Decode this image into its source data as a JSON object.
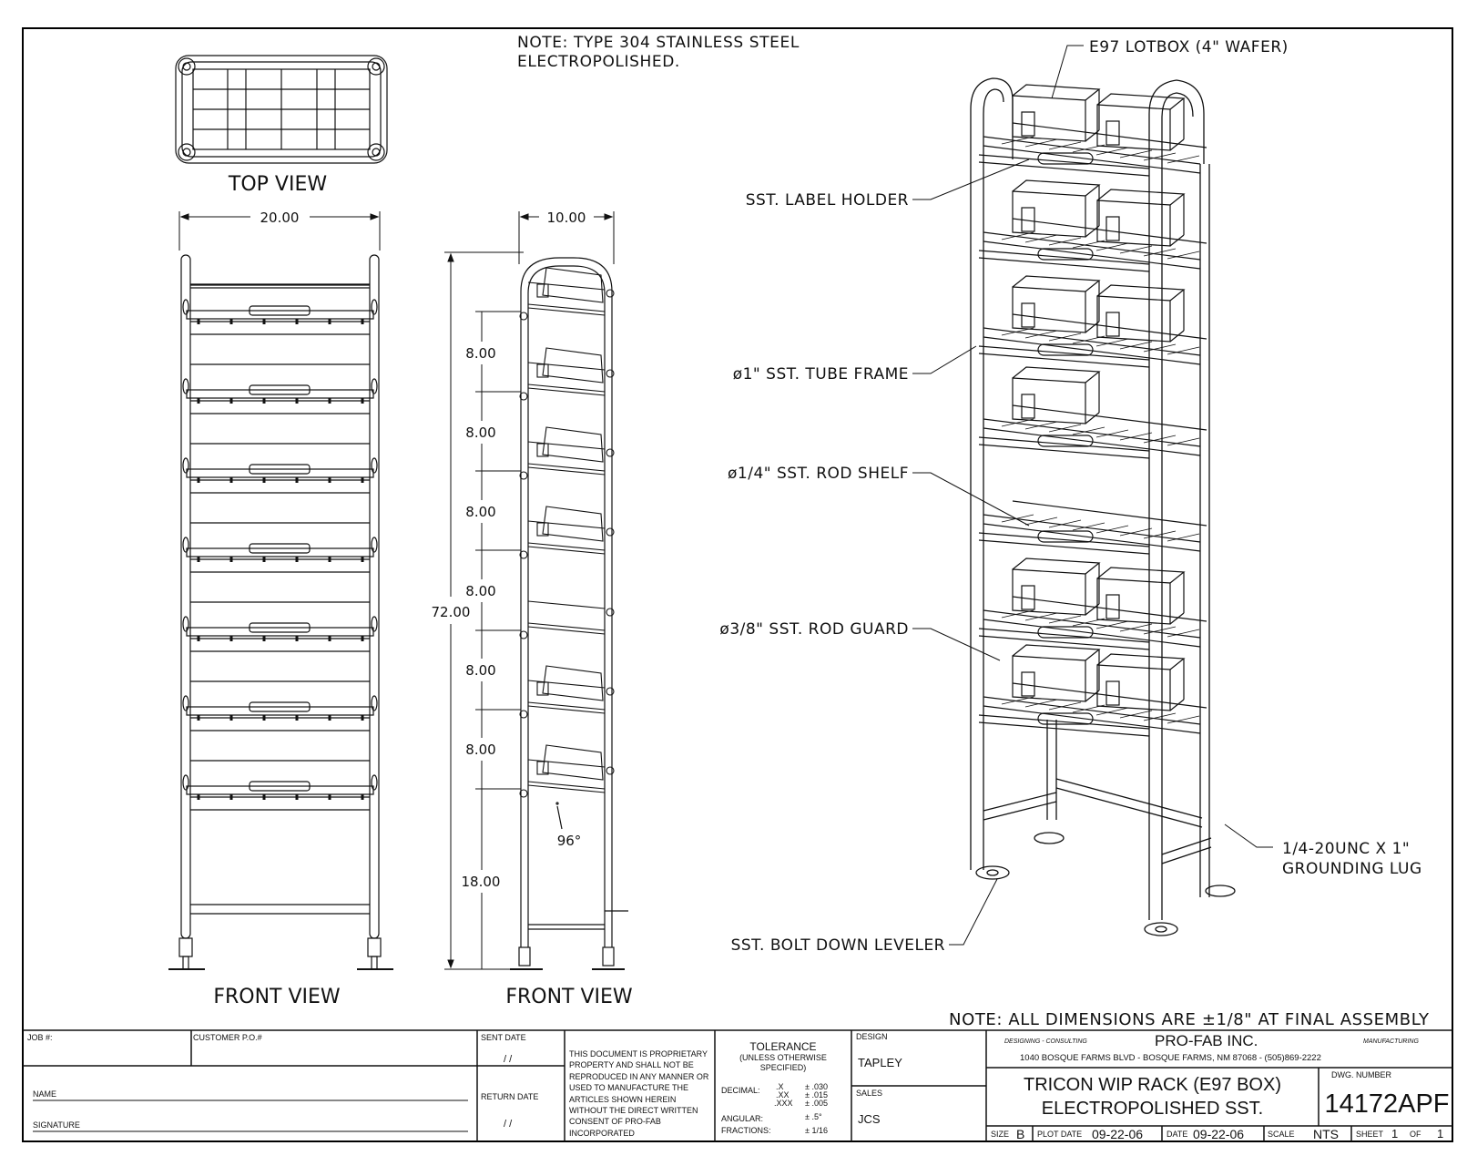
{
  "notes": {
    "material_line1": "NOTE: TYPE 304 STAINLESS STEEL",
    "material_line2": "ELECTROPOLISHED.",
    "dimensions": "NOTE: ALL DIMENSIONS ARE ±1/8\" AT FINAL ASSEMBLY"
  },
  "views": {
    "top": "TOP VIEW",
    "front_left": "FRONT VIEW",
    "front_right": "FRONT VIEW"
  },
  "dimensions": {
    "width_front": "20.00",
    "depth_side": "10.00",
    "total_height": "72.00",
    "spacings": [
      "8.00",
      "8.00",
      "8.00",
      "8.00",
      "8.00",
      "8.00"
    ],
    "bottom_clearance": "18.00",
    "angle": "96°"
  },
  "callouts": {
    "lotbox": "E97 LOTBOX (4\" WAFER)",
    "label_holder": "SST. LABEL HOLDER",
    "tube_frame": "ø1\" SST. TUBE FRAME",
    "rod_shelf": "ø1/4\" SST. ROD SHELF",
    "rod_guard": "ø3/8\" SST. ROD GUARD",
    "leveler": "SST. BOLT DOWN LEVELER",
    "ground_line1": "1/4-20UNC X 1\"",
    "ground_line2": "GROUNDING LUG"
  },
  "title_block": {
    "job_label": "JOB #:",
    "customer_po_label": "CUSTOMER P.O.#",
    "name_label": "NAME",
    "signature_label": "SIGNATURE",
    "sent_date_label": "SENT DATE",
    "sent_date_value": "/   /",
    "return_date_label": "RETURN DATE",
    "return_date_value": "/   /",
    "proprietary_text": "THIS DOCUMENT IS PROPRIETARY PROPERTY AND SHALL NOT BE REPRODUCED IN ANY MANNER OR USED TO MANUFACTURE THE ARTICLES SHOWN HEREIN WITHOUT THE DIRECT WRITTEN CONSENT OF PRO-FAB INCORPORATED",
    "tolerance_title": "TOLERANCE",
    "tolerance_sub1": "(UNLESS OTHERWISE",
    "tolerance_sub2": "SPECIFIED)",
    "decimal_label": "DECIMAL:",
    "decimal_x": ".X",
    "decimal_xx": ".XX",
    "decimal_xxx": ".XXX",
    "decimal_x_tol": "± .030",
    "decimal_xx_tol": "± .015",
    "decimal_xxx_tol": "± .005",
    "angular_label": "ANGULAR:",
    "angular_tol": "± .5°",
    "fractions_label": "FRACTIONS:",
    "fractions_tol": "± 1/16",
    "design_label": "DESIGN",
    "design_value": "TAPLEY",
    "sales_label": "SALES",
    "sales_value": "JCS",
    "company_left": "DESIGNING - CONSULTING",
    "company_name": "PRO-FAB INC.",
    "company_right": "MANUFACTURING",
    "company_address": "1040 BOSQUE FARMS BLVD - BOSQUE FARMS, NM 87068 - (505)869-2222",
    "title_line1": "TRICON WIP RACK (E97 BOX)",
    "title_line2": "ELECTROPOLISHED SST.",
    "dwg_label": "DWG. NUMBER",
    "dwg_value": "14172APF",
    "size_label": "SIZE",
    "size_value": "B",
    "plot_date_label": "PLOT DATE",
    "plot_date_value": "09-22-06",
    "date_label": "DATE",
    "date_value": "09-22-06",
    "scale_label": "SCALE",
    "scale_value": "NTS",
    "sheet_label": "SHEET",
    "sheet_value": "1",
    "sheet_of": "OF",
    "sheet_total": "1"
  }
}
